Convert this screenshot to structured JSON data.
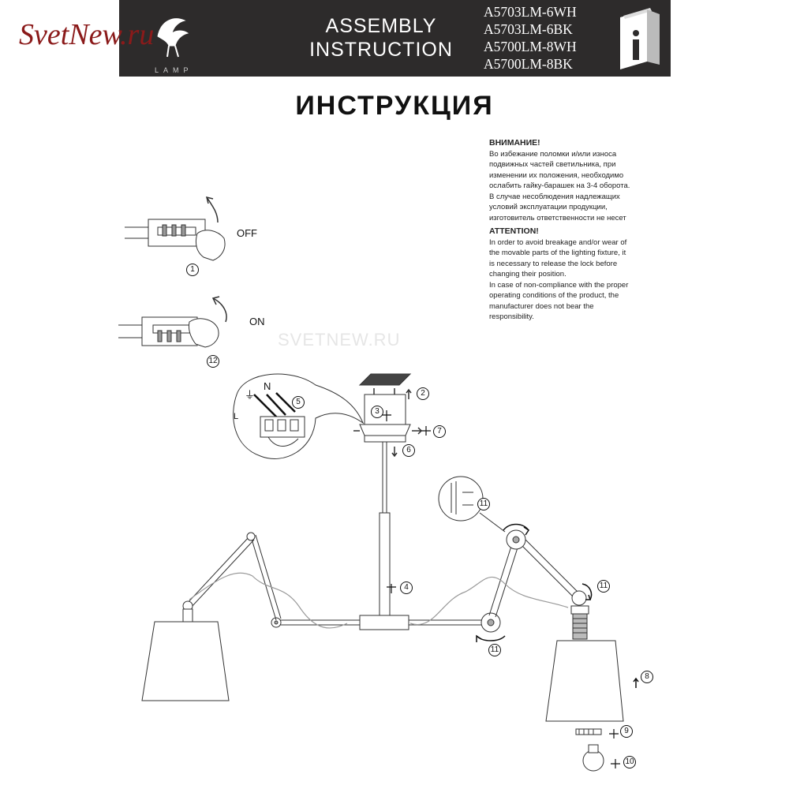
{
  "brand": {
    "wordmark": "SvetNew.ru",
    "sub": "LAMP"
  },
  "header": {
    "title_line1": "ASSEMBLY",
    "title_line2": "INSTRUCTION",
    "models": [
      "A5703LM-6WH",
      "A5703LM-6BK",
      "A5700LM-8WH",
      "A5700LM-8BK"
    ]
  },
  "page_title": "ИНСТРУКЦИЯ",
  "warning_ru": {
    "heading": "ВНИМАНИЕ!",
    "lines": [
      "Во избежание поломки и/или износа",
      "подвижных частей светильника, при",
      "изменении их положения, необходимо",
      "ослабить гайку-барашек на 3-4 оборота.",
      "В случае несоблюдения надлежащих",
      "условий эксплуатации продукции,",
      "изготовитель ответственности не несет"
    ]
  },
  "warning_en": {
    "heading": "ATTENTION!",
    "lines": [
      "In order to avoid breakage and/or  wear of",
      "the movable parts of the lighting fixture, it",
      "is necessary to release the lock before",
      "changing their position.",
      "In case of non-compliance with the proper",
      "operating conditions of the product, the",
      "manufacturer does not bear the",
      "responsibility."
    ]
  },
  "watermark_text": "SVETNEW.RU",
  "switch_states": {
    "off": "OFF",
    "on": "ON"
  },
  "wiring_labels": {
    "ground": "⏚",
    "neutral": "N",
    "live": "L"
  },
  "steps": [
    "1",
    "12",
    "2",
    "3",
    "4",
    "5",
    "6",
    "7",
    "8",
    "9",
    "10",
    "11",
    "11",
    "11"
  ]
}
